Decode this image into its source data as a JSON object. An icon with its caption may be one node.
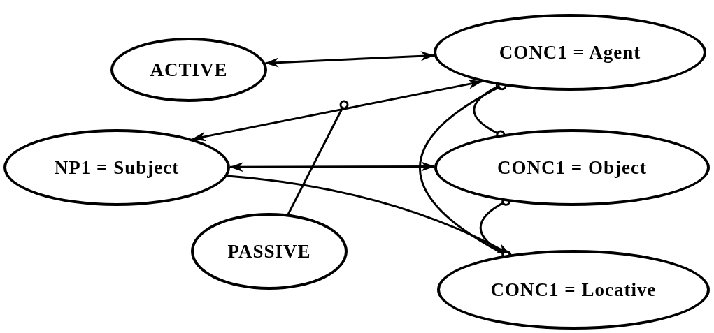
{
  "diagram": {
    "nodes": [
      {
        "text": [
          "ACTIVE"
        ]
      },
      {
        "text": [
          "CONC1 = Agent"
        ]
      },
      {
        "text": [
          "NP1 = Subject"
        ]
      },
      {
        "text": [
          "CONC1 = Object"
        ]
      },
      {
        "text": [
          "PASSIVE"
        ]
      },
      {
        "text": [
          "CONC1 = Locative"
        ]
      }
    ],
    "edges": [
      {
        "from": 0,
        "to": 1,
        "arrow": "both"
      },
      {
        "from": 2,
        "to": 1,
        "arrow": "both"
      },
      {
        "from": 2,
        "to": 3,
        "arrow": "both"
      },
      {
        "from": 2,
        "to": 5,
        "arrow": "to"
      },
      {
        "from": 4,
        "to": null,
        "arrow": "other"
      },
      {
        "from": 1,
        "to": 3,
        "arrow": "other"
      },
      {
        "from": 3,
        "to": 5,
        "arrow": "other"
      },
      {
        "from": 1,
        "to": 5,
        "arrow": "other"
      }
    ]
  }
}
